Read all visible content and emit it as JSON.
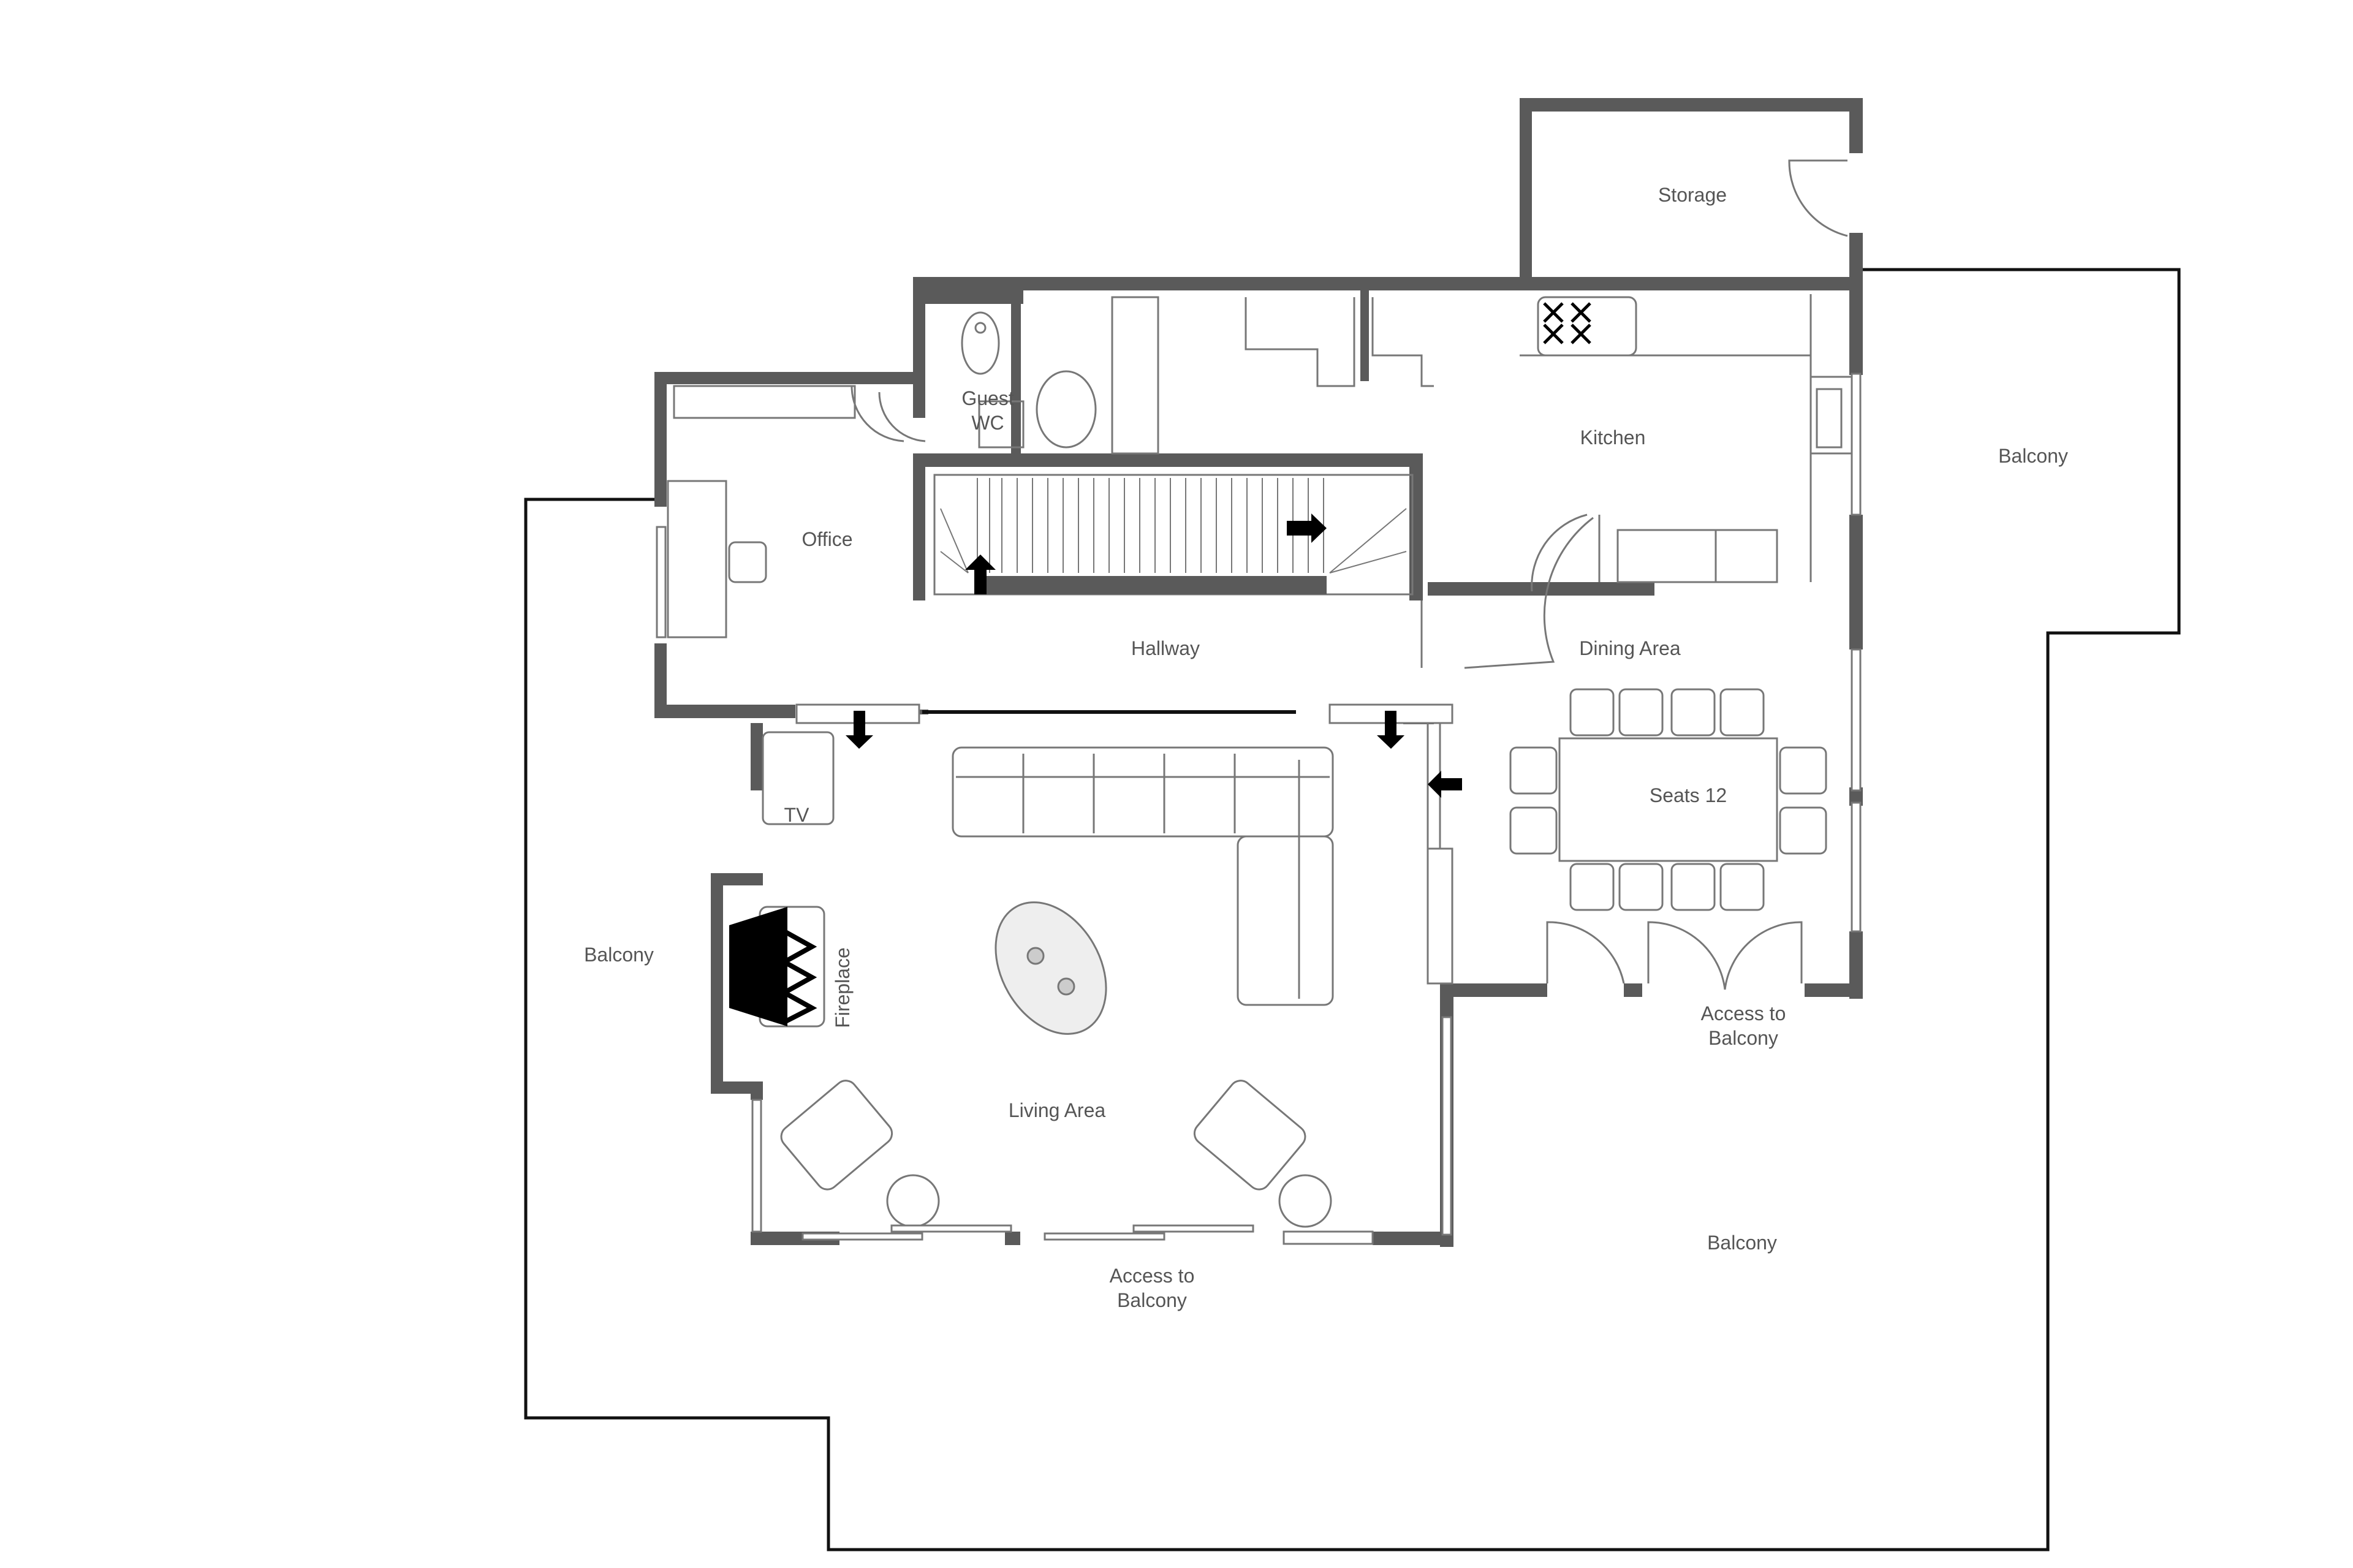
{
  "diagram": {
    "type": "floor-plan",
    "wall_color": "#5a5a5a",
    "outline_color": "#111111",
    "label_color": "#555555"
  },
  "rooms": {
    "storage": "Storage",
    "guest_wc": "Guest\nWC",
    "kitchen": "Kitchen",
    "office": "Office",
    "hallway": "Hallway",
    "dining_area": "Dining Area",
    "dining_table": "Seats 12",
    "tv": "TV",
    "fireplace": "Fireplace",
    "living_area": "Living Area",
    "balcony_left": "Balcony",
    "balcony_right_top": "Balcony",
    "balcony_bottom": "Balcony",
    "access_living": "Access to\nBalcony",
    "access_dining": "Access to\nBalcony"
  }
}
